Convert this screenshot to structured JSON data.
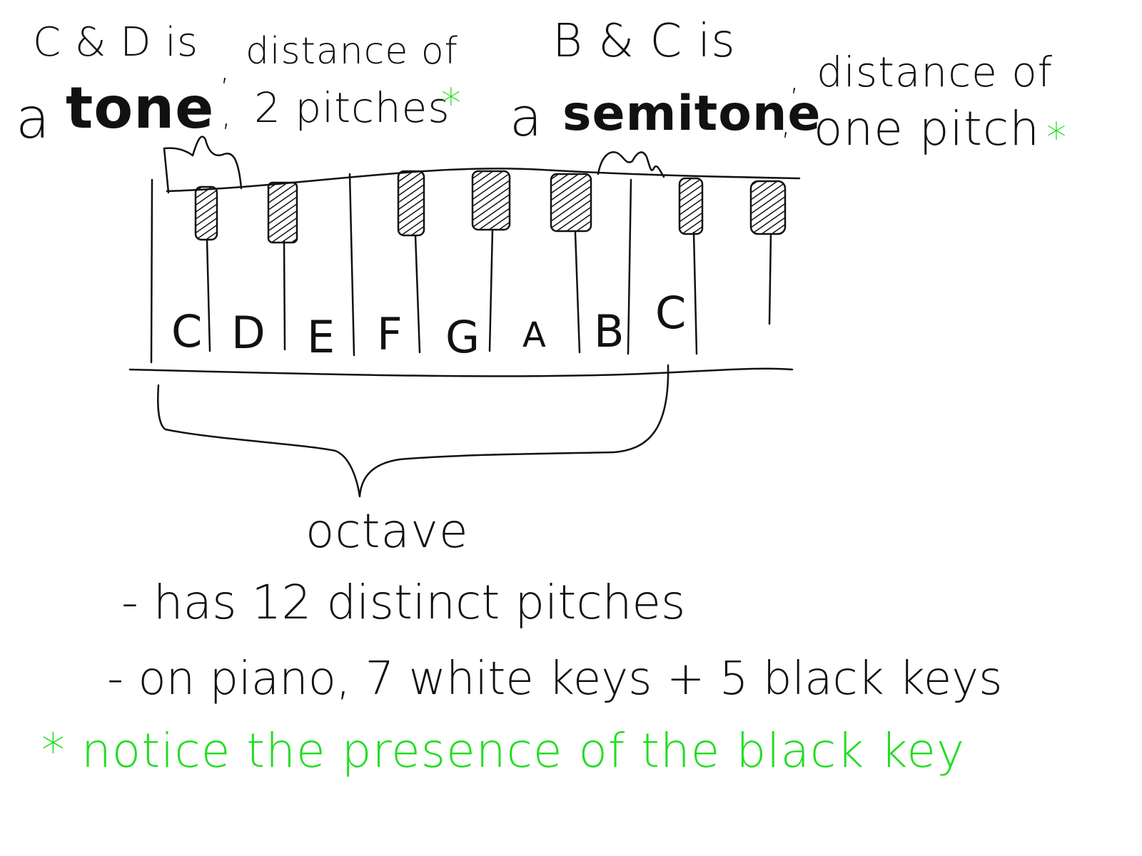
{
  "annotations": {
    "tone_heading": "C & D is",
    "tone_article": "a",
    "tone_word": "tone",
    "tone_distance": "distance of",
    "tone_pitches": "2 pitches",
    "tone_star": "*",
    "semitone_heading": "B & C is",
    "semitone_article": "a",
    "semitone_word": "semitone",
    "semitone_distance": "distance of",
    "semitone_pitches": "one pitch",
    "semitone_star": "*"
  },
  "keyboard": {
    "white_keys": [
      "C",
      "D",
      "E",
      "F",
      "G",
      "A",
      "B",
      "C"
    ],
    "black_key_count": 7
  },
  "octave": {
    "label": "octave",
    "facts": [
      "- has 12 distinct pitches",
      "- on piano, 7 white keys + 5 black keys"
    ]
  },
  "footnote": "* notice the presence of the black key",
  "colors": {
    "ink": "#111111",
    "highlight": "#22dd22"
  }
}
